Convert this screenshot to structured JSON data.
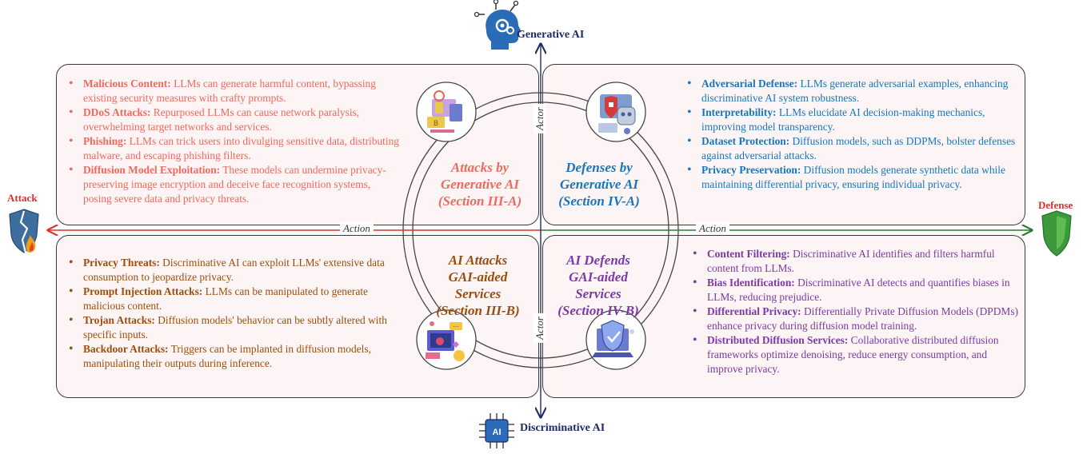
{
  "top_label": "Generative AI",
  "bottom_label": "Discriminative AI",
  "left_label": "Attack",
  "right_label": "Defense",
  "axis_labels": {
    "vertical_top": "Actor",
    "vertical_bottom": "Actor",
    "horizontal_left": "Action",
    "horizontal_right": "Action"
  },
  "quadrants": {
    "top_left": {
      "title_lines": [
        "Attacks by",
        "Generative AI",
        "(Section III-A)"
      ],
      "color": "#ee6a5c",
      "items": [
        {
          "term": "Malicious Content:",
          "text": " LLMs can generate harmful content, bypassing existing security measures with crafty prompts."
        },
        {
          "term": "DDoS Attacks:",
          "text": " Repurposed LLMs can cause network paralysis, overwhelming target networks and services."
        },
        {
          "term": "Phishing:",
          "text": " LLMs can trick users into divulging sensitive data, distributing malware, and escaping phishing filters."
        },
        {
          "term": "Diffusion Model Exploitation:",
          "text": " These models can undermine privacy-preserving image encryption and deceive face recognition systems, posing severe data and privacy threats."
        }
      ]
    },
    "top_right": {
      "title_lines": [
        "Defenses by",
        "Generative AI",
        "(Section IV-A)"
      ],
      "color": "#1a75b8",
      "items": [
        {
          "term": "Adversarial Defense:",
          "text": " LLMs generate adversarial examples, enhancing discriminative AI system robustness."
        },
        {
          "term": "Interpretability:",
          "text": " LLMs elucidate AI decision-making mechanics, improving model transparency."
        },
        {
          "term": "Dataset Protection:",
          "text": " Diffusion models, such as DDPMs, bolster defenses against adversarial attacks."
        },
        {
          "term": "Privacy Preservation:",
          "text": " Diffusion models generate synthetic data while maintaining differential privacy, ensuring individual privacy."
        }
      ]
    },
    "bottom_left": {
      "title_lines": [
        "AI Attacks",
        "GAI-aided",
        "Services",
        "(Section III-B)"
      ],
      "color": "#9a4e0e",
      "items": [
        {
          "term": "Privacy Threats:",
          "text": " Discriminative AI can exploit LLMs' extensive data consumption to jeopardize privacy."
        },
        {
          "term": "Prompt Injection Attacks:",
          "text": " LLMs can be manipulated to generate malicious content."
        },
        {
          "term": "Trojan Attacks:",
          "text": " Diffusion models' behavior can be subtly altered with specific inputs."
        },
        {
          "term": "Backdoor Attacks:",
          "text": " Triggers can be implanted in diffusion models, manipulating their outputs during inference."
        }
      ]
    },
    "bottom_right": {
      "title_lines": [
        "AI Defends",
        "GAI-aided",
        "Services",
        "(Section IV-B)"
      ],
      "color": "#7b39a8",
      "items": [
        {
          "term": "Content Filtering:",
          "text": " Discriminative AI identifies and filters harmful content from LLMs."
        },
        {
          "term": "Bias Identification:",
          "text": " Discriminative AI detects and quantifies biases in LLMs, reducing prejudice."
        },
        {
          "term": "Differential Privacy:",
          "text": " Differentially Private Diffusion Models (DPDMs) enhance privacy during diffusion model training."
        },
        {
          "term": "Distributed Diffusion Services:",
          "text": " Collaborative distributed diffusion frameworks optimize denoising, reduce energy consumption, and improve privacy."
        }
      ]
    }
  },
  "colors": {
    "attack_arrow": "#d9302c",
    "defense_arrow": "#2d7a2d",
    "actor_arrow": "#1f2a66",
    "panel_fill": "#fdf5f5"
  },
  "icons": {
    "top": "brain-gears-icon",
    "bottom": "ai-chip-icon",
    "left": "broken-shield-fire-icon",
    "right": "green-shield-icon",
    "top_left": "hacker-attack-icon",
    "top_right": "robot-defense-icon",
    "bottom_left": "malware-attack-icon",
    "bottom_right": "laptop-shield-icon"
  }
}
